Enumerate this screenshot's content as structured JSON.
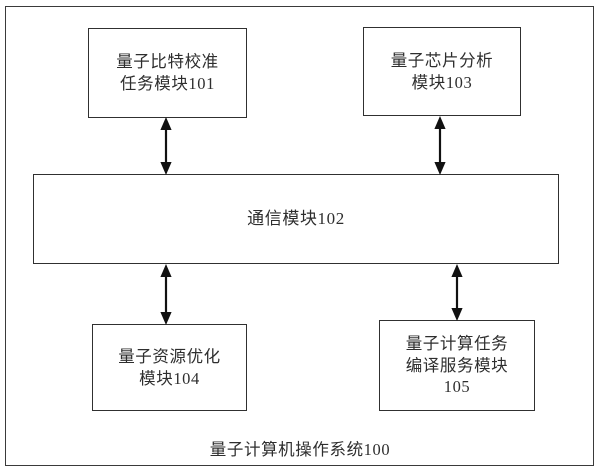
{
  "diagram": {
    "caption": "量子计算机操作系统100",
    "frame_name": "quantum-computer-operating-system",
    "colors": {
      "stroke": "#303030",
      "frame_stroke": "#3a3a3a",
      "text": "#2e2e2e",
      "background": "#ffffff"
    },
    "modules": [
      {
        "id": "101",
        "name": "qubit-calibration-task-module",
        "lines": [
          "量子比特校准",
          "任务模块101"
        ]
      },
      {
        "id": "103",
        "name": "quantum-chip-analysis-module",
        "lines": [
          "量子芯片分析",
          "模块103"
        ]
      },
      {
        "id": "102",
        "name": "communication-module",
        "lines": [
          "通信模块102"
        ]
      },
      {
        "id": "104",
        "name": "quantum-resource-optimization-module",
        "lines": [
          "量子资源优化",
          "模块104"
        ]
      },
      {
        "id": "105",
        "name": "quantum-computing-task-compilation-service-module",
        "lines": [
          "量子计算任务",
          "编译服务模块",
          "105"
        ]
      }
    ],
    "connectors": [
      {
        "name": "connector-101-to-102",
        "type": "double-headed-arrow"
      },
      {
        "name": "connector-103-to-102",
        "type": "double-headed-arrow"
      },
      {
        "name": "connector-102-to-104",
        "type": "double-headed-arrow"
      },
      {
        "name": "connector-102-to-105",
        "type": "double-headed-arrow"
      }
    ]
  }
}
